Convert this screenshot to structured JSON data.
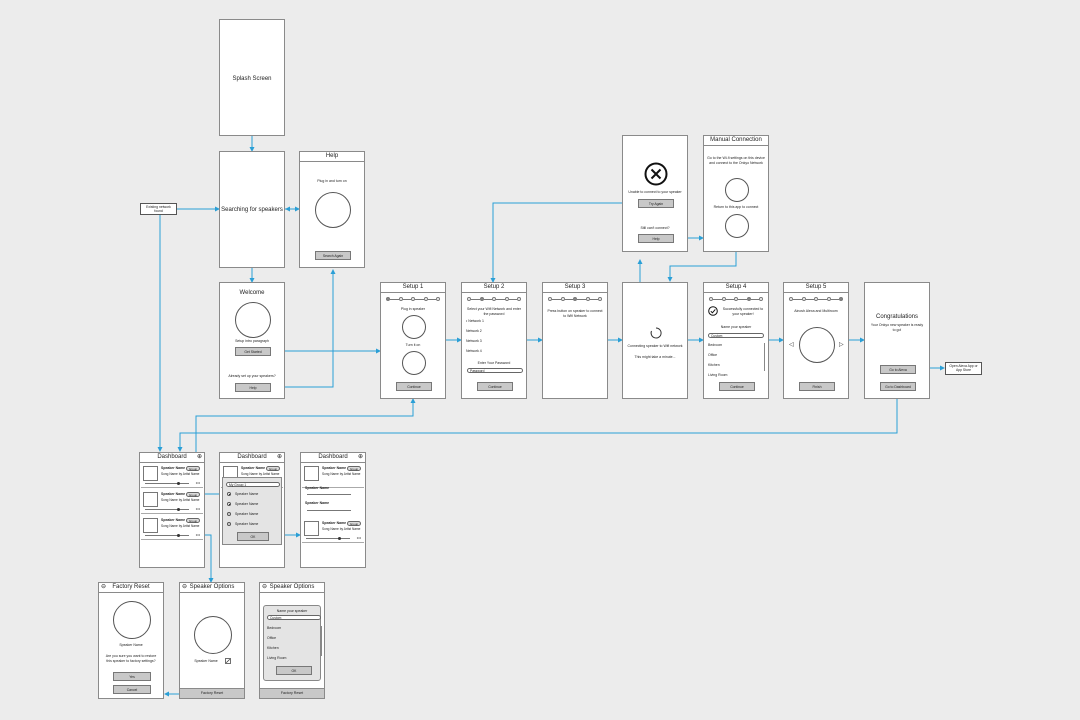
{
  "splash": {
    "title": "Splash Screen"
  },
  "searching": {
    "title": "Searching for speakers"
  },
  "note_existing": "Existing network found",
  "help": {
    "title": "Help",
    "text": "Plug in and turn on",
    "button": "Search Again"
  },
  "welcome": {
    "title": "Welcome",
    "text": "Setup intro paragraph",
    "get_started": "Get Started",
    "question": "Already set up your speakers?",
    "help": "Help"
  },
  "setup1": {
    "title": "Setup 1",
    "plug": "Plug in speaker",
    "turn": "Turn it on",
    "button": "Continue"
  },
  "setup2": {
    "title": "Setup 2",
    "text": "Select your Wifi Network and enter the password",
    "networks": [
      "• Network 1",
      "Network 2",
      "Network 3",
      "Network 4"
    ],
    "enter": "Enter Your Password",
    "password": "Password",
    "button": "Continue"
  },
  "setup3": {
    "title": "Setup 3",
    "text": "Press button on speaker to connect to Wifi Network"
  },
  "connecting": {
    "text1": "Connecting speaker to Wifi network",
    "text2": "This might take a minute..."
  },
  "unable": {
    "text": "Unable to connect to your speaker",
    "try_again": "Try Again",
    "still": "Still can't connect?",
    "help": "Help"
  },
  "manual": {
    "title": "Manual Connection",
    "text": "Go to the Wi-fi settings on this device and connect to the Onkyo Network",
    "return": "Return to this app to connect"
  },
  "setup4": {
    "title": "Setup 4",
    "success": "Successfully connected to your speaker!",
    "name_label": "Name your speaker",
    "custom": "Custom",
    "rooms": [
      "Bedroom",
      "Office",
      "Kitchen",
      "Living Room"
    ],
    "button": "Continue"
  },
  "setup5": {
    "title": "Setup 5",
    "text": "Ainosh Alexa and Multiroom",
    "button": "Finish"
  },
  "congrats": {
    "title": "Congratulations",
    "text": "Your Onkyo new speaker is ready to go!",
    "alexa": "Go to Alexa",
    "dashboard": "Go to Dashboard"
  },
  "note_open": "Open Alexa App or App Store",
  "dashboard": {
    "title": "Dashboard",
    "speaker": "Speaker Name",
    "song": "Song Name by Artist Name",
    "group": "Group",
    "dots": "•••",
    "my_group": "My Group 1",
    "ok": "OK"
  },
  "factory": {
    "title": "Factory Reset",
    "name": "Speaker Name",
    "question": "Are you sure you want to restore this speaker to factory settings?",
    "yes": "Yes",
    "cancel": "Cancel"
  },
  "options": {
    "title": "Speaker Options",
    "name": "Speaker Name",
    "footer": "Factory Reset"
  },
  "options2": {
    "title": "Speaker Options",
    "name_label": "Name your speaker",
    "custom": "Custom",
    "rooms": [
      "Bedroom",
      "Office",
      "Kitchen",
      "Living Room"
    ],
    "ok": "OK",
    "footer": "Factory Reset"
  },
  "icons": {
    "plus": "⊕",
    "back": "⊖",
    "check": "✓",
    "close": "⊗",
    "left": "◁",
    "right": "▷"
  }
}
